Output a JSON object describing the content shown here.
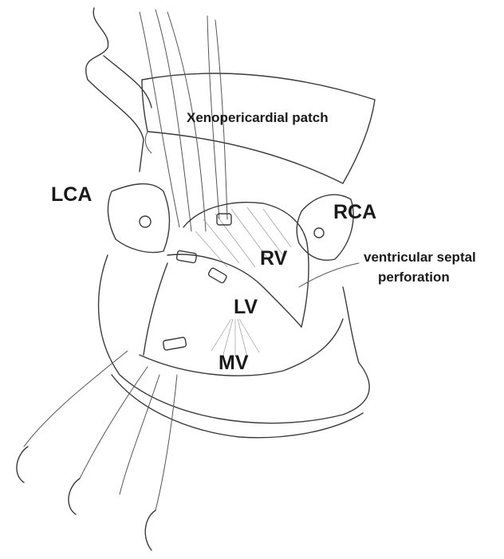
{
  "labels": {
    "patch": "Xenopericardial patch",
    "lca": "LCA",
    "rca": "RCA",
    "rv": "RV",
    "lv": "LV",
    "mv": "MV",
    "vsp_line1": "ventricular septal",
    "vsp_line2": "perforation"
  }
}
